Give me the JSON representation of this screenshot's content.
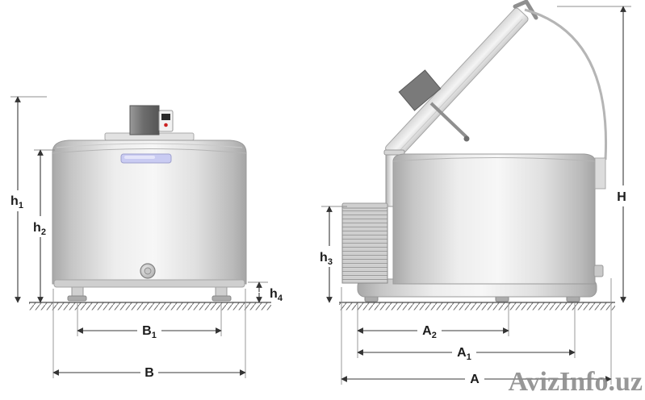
{
  "watermark": {
    "text": "AvizInfo.uz"
  },
  "dimensions": {
    "h1": {
      "base": "h",
      "sub": "1"
    },
    "h2": {
      "base": "h",
      "sub": "2"
    },
    "h4": {
      "base": "h",
      "sub": "4"
    },
    "b1": {
      "base": "B",
      "sub": "1"
    },
    "b": {
      "base": "B",
      "sub": ""
    },
    "h3": {
      "base": "h",
      "sub": "3"
    },
    "a2": {
      "base": "A",
      "sub": "2"
    },
    "a1": {
      "base": "A",
      "sub": "1"
    },
    "a": {
      "base": "A",
      "sub": ""
    },
    "H": {
      "base": "H",
      "sub": ""
    }
  },
  "colors": {
    "display_strip": "#c9cbf2",
    "indicator_red": "#cc2222",
    "watermark_gray": "#8c8c8c"
  }
}
